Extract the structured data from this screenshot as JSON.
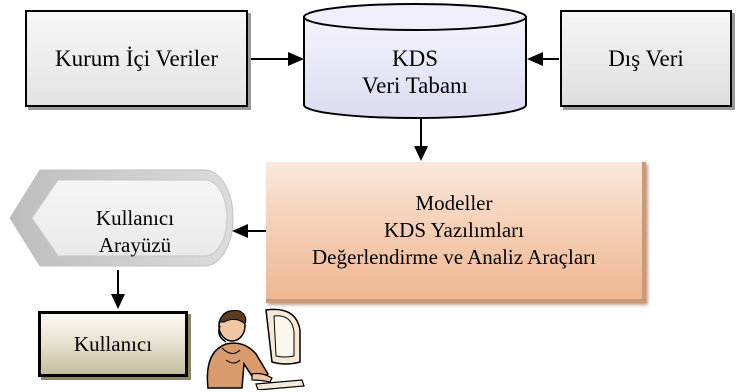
{
  "nodes": {
    "internal_data": "Kurum İçi Veriler",
    "database": "KDS\nVeri Tabanı",
    "external_data": "Dış Veri",
    "models": "Modeller\nKDS Yazılımları\nDeğerlendirme ve Analiz Araçları",
    "user_interface": "Kullanıcı\nArayüzü",
    "user": "Kullanıcı"
  },
  "colors": {
    "models_fill": "#f4cbb0",
    "database_fill": "#e7e6f7",
    "interface_fill": "#d9d9d9",
    "user_fill": "#e6e1cf",
    "arrow": "#000000"
  },
  "icons": {
    "user_figure": "person-at-computer-icon"
  }
}
